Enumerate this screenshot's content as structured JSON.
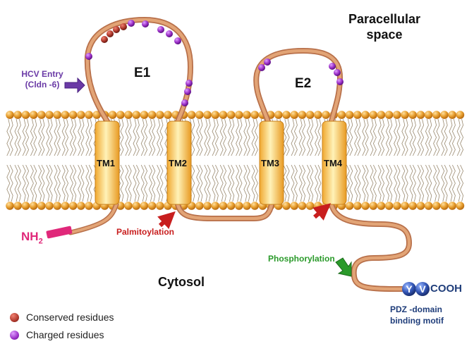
{
  "labels": {
    "paracellular": "Paracellular\nspace",
    "cytosol": "Cytosol",
    "e1": "E1",
    "e2": "E2",
    "tm1": "TM1",
    "tm2": "TM2",
    "tm3": "TM3",
    "tm4": "TM4",
    "hcv_entry": "HCV Entry\n(Cldn -6)",
    "nh2": "NH",
    "nh2_sub": "2",
    "palmitoylation": "Palmitoylation",
    "phosphorylation": "Phosphorylation",
    "pdz": "PDZ -domain\nbinding motif",
    "y": "Y",
    "v": "V",
    "cooh": "COOH"
  },
  "legend": [
    {
      "label": "Conserved residues",
      "color": "#b03a2e"
    },
    {
      "label": "Charged residues",
      "color": "#9b30c8"
    }
  ],
  "colors": {
    "membrane_head": "#e39a2e",
    "strand": "#d99a6c",
    "helix": "#f7c860",
    "conserved": "#b03a2e",
    "charged": "#9b30c8",
    "nh2": "#e0287a",
    "red_arrow": "#c81e1e",
    "green_arrow": "#2a9a2a",
    "purple_arrow": "#6a3aa6",
    "yv_ball": "#3558b8",
    "dark_blue_text": "#1f3d7a"
  }
}
